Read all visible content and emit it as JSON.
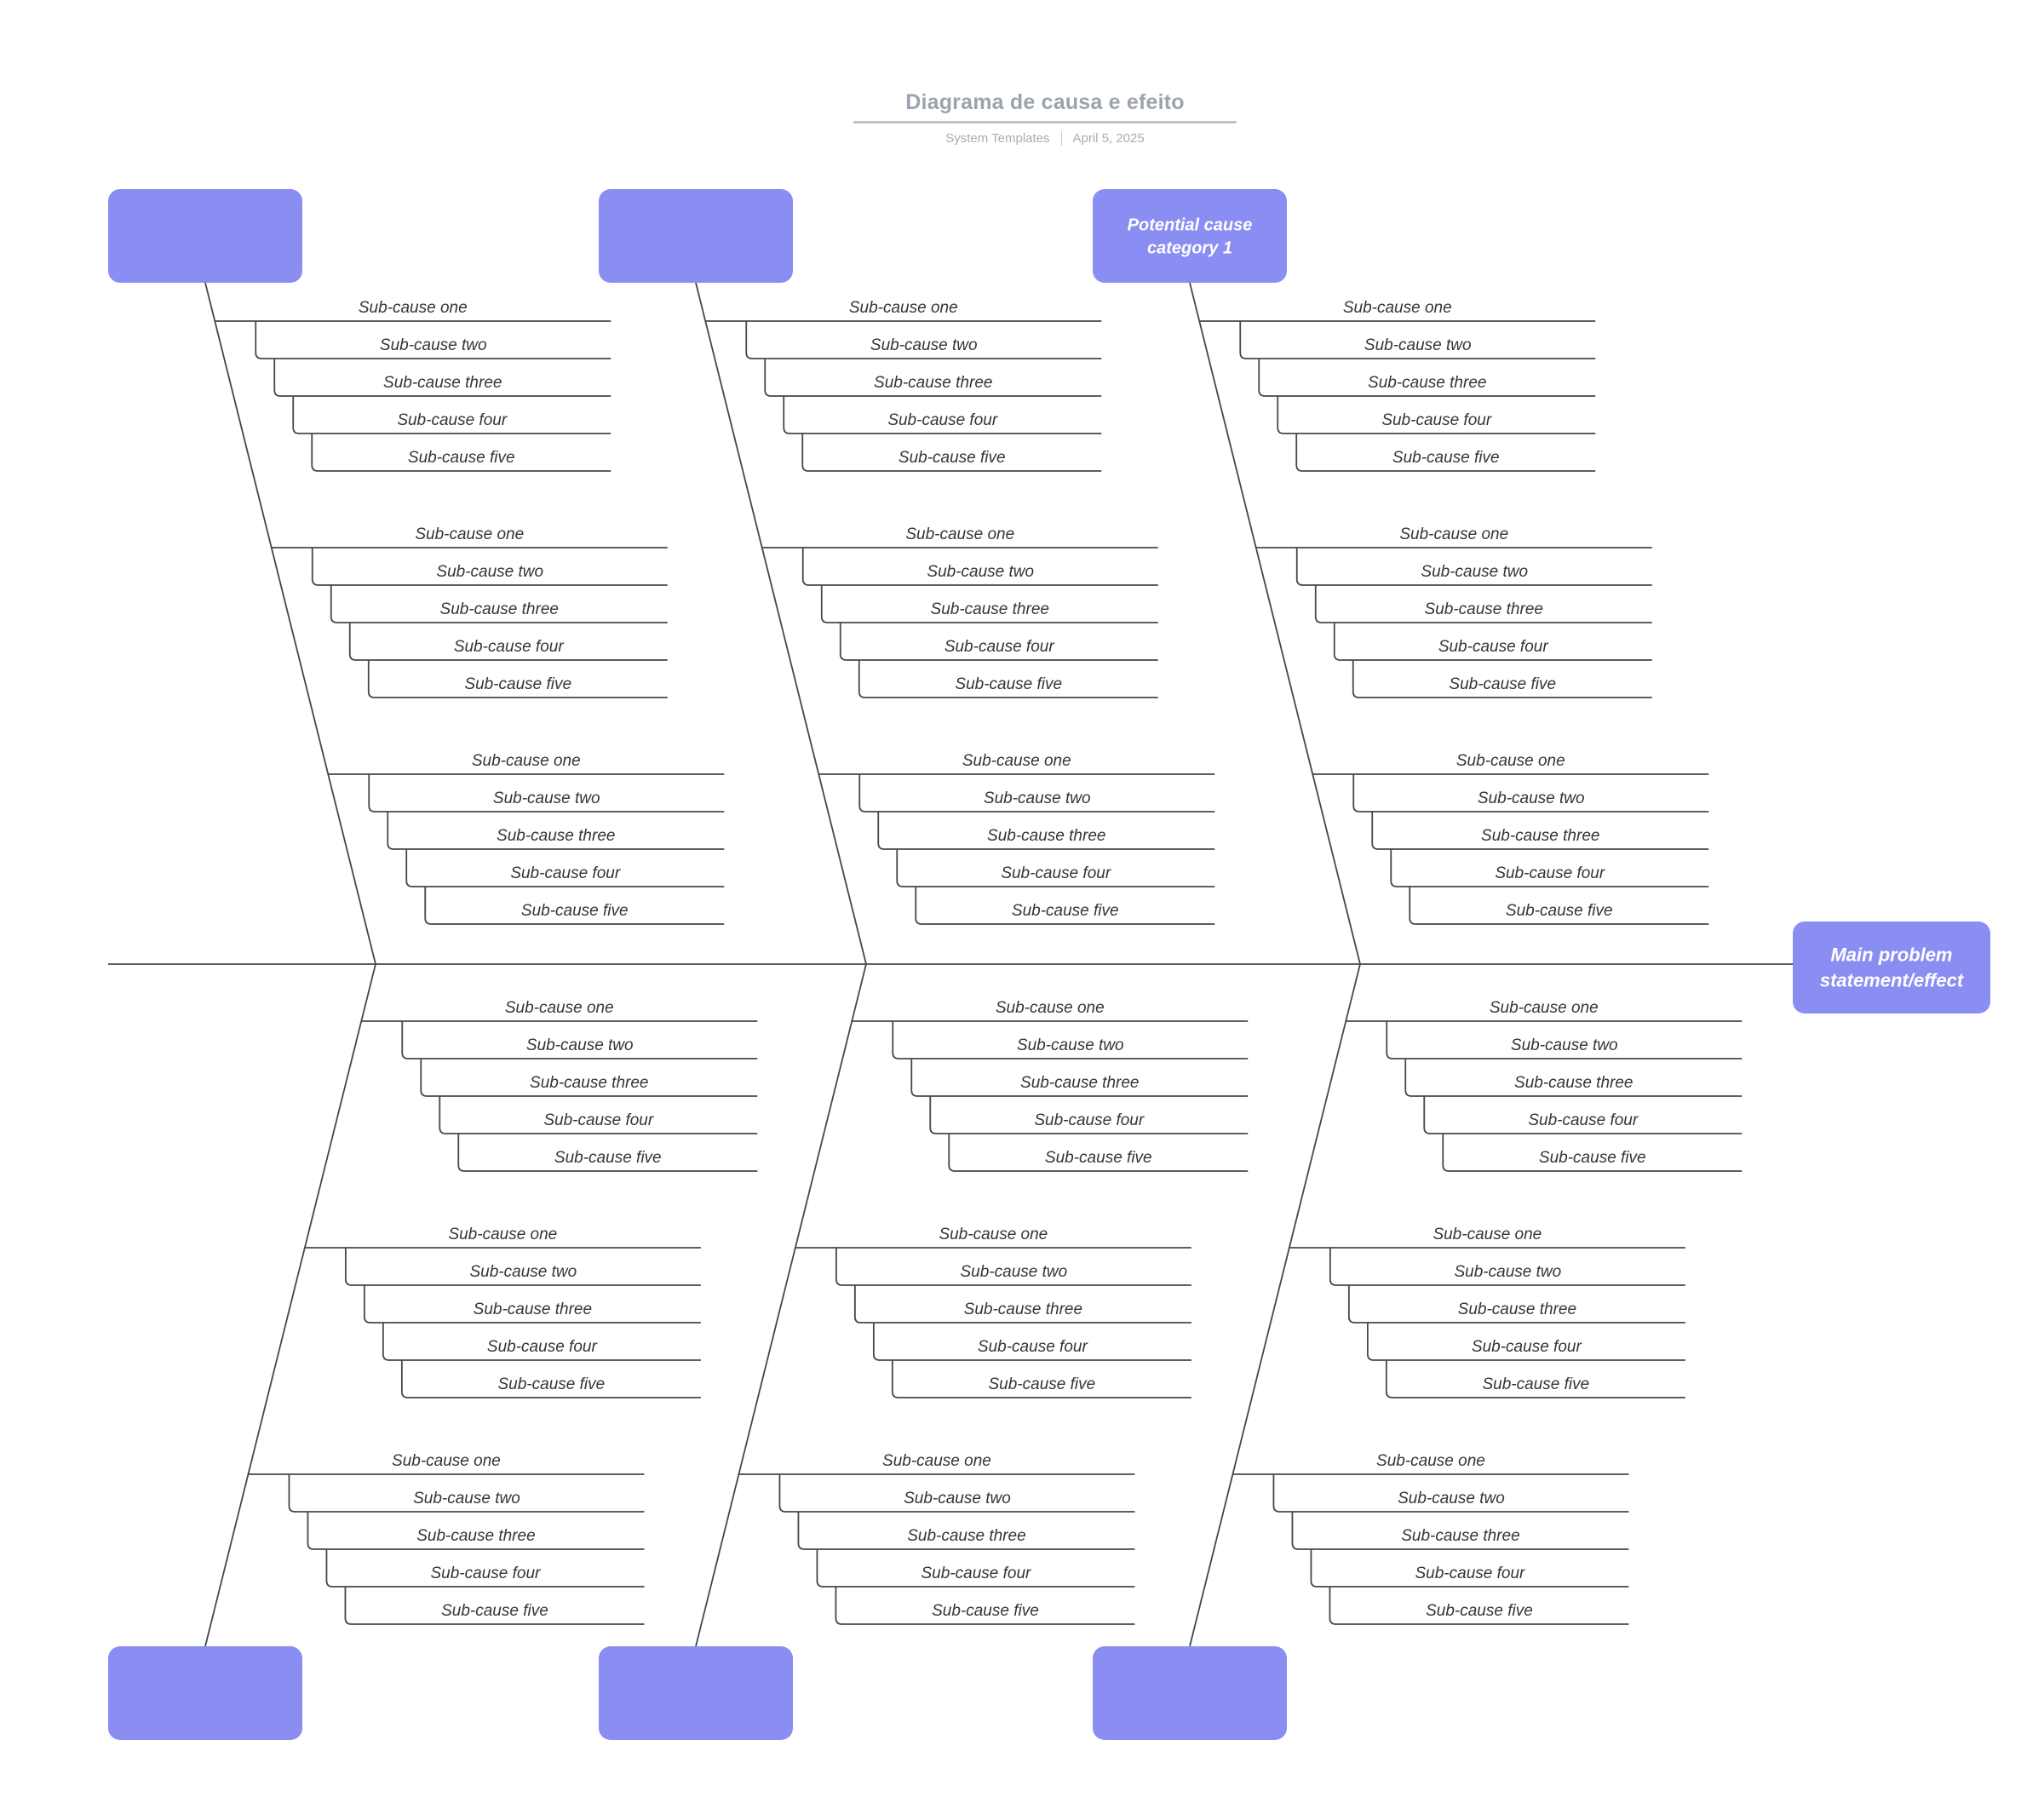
{
  "header": {
    "title": "Diagrama de causa e efeito",
    "meta_source": "System Templates",
    "meta_date": "April 5, 2025"
  },
  "diagram": {
    "main_effect_label": "Main problem statement/effect",
    "top_categories": [
      "",
      "",
      "Potential cause category 1"
    ],
    "bottom_categories": [
      "",
      "",
      ""
    ],
    "subcause_labels": [
      "Sub-cause one",
      "Sub-cause two",
      "Sub-cause three",
      "Sub-cause four",
      "Sub-cause five"
    ],
    "columns": 3,
    "groups_per_half_column": 3
  },
  "colors": {
    "node_fill": "#8A8DF2",
    "node_text": "#FFFFFF",
    "line": "#45474D",
    "subcause_text": "#32353A",
    "title_text": "#9CA3AC",
    "meta_text": "#A6ACB5",
    "underline": "#BDC2C9"
  }
}
